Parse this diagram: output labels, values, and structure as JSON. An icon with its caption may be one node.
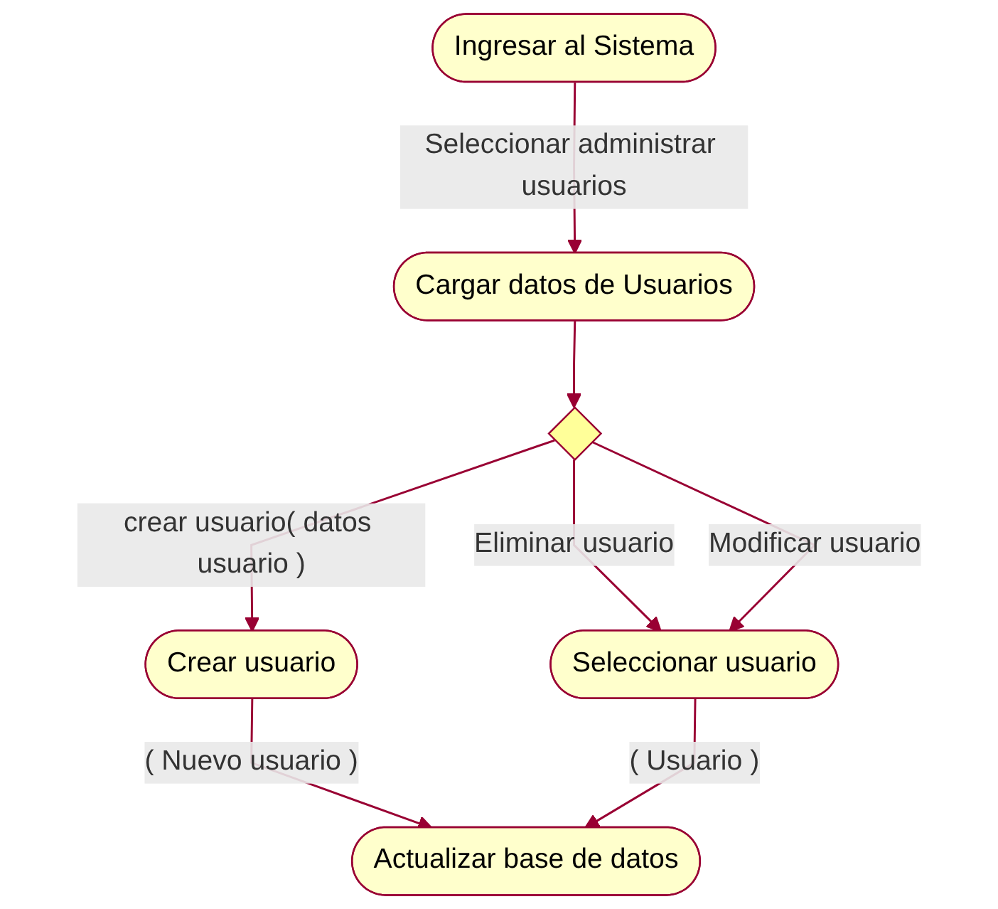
{
  "diagram": {
    "nodes": [
      {
        "text": [
          "Ingresar al Sistema"
        ]
      },
      {
        "text": [
          "Cargar datos de Usuarios"
        ]
      },
      {
        "text": [],
        "shape": "diamond"
      },
      {
        "text": [
          "Crear usuario"
        ]
      },
      {
        "text": [
          "Seleccionar usuario"
        ]
      },
      {
        "text": [
          "Actualizar base de datos"
        ]
      }
    ],
    "edges": [
      {
        "from": 0,
        "to": 1,
        "arrow": "to",
        "label": "Seleccionar administrar usuarios"
      },
      {
        "from": 1,
        "to": 2,
        "arrow": "to"
      },
      {
        "from": 2,
        "to": 3,
        "arrow": "to",
        "label": "crear usuario( datos usuario )"
      },
      {
        "from": 2,
        "to": 4,
        "arrow": "to",
        "label": "Eliminar usuario"
      },
      {
        "from": 2,
        "to": 4,
        "arrow": "to",
        "label": "Modificar usuario"
      },
      {
        "from": 3,
        "to": 5,
        "arrow": "to",
        "label": "( Nuevo usuario )"
      },
      {
        "from": 4,
        "to": 5,
        "arrow": "to",
        "label": "( Usuario )"
      }
    ]
  }
}
